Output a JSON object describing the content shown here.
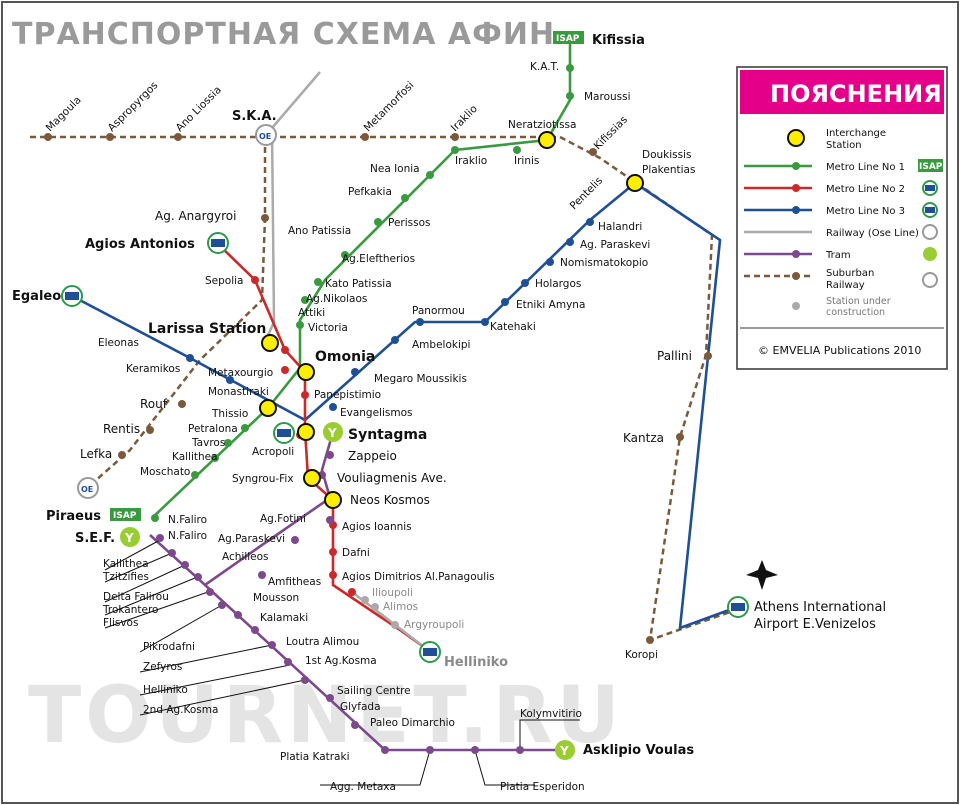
{
  "title": "ТРАНСПОРТНАЯ СХЕМА АФИН",
  "watermark": "TOURNET.RU",
  "copyright": "© EMVELIA Publications 2010",
  "legend": {
    "title": "ПОЯСНЕНИЯ",
    "items": [
      {
        "line1": "Interchange",
        "line2": "Station"
      },
      {
        "line1": "Metro Line No 1",
        "line2": ""
      },
      {
        "line1": "Metro Line No 2",
        "line2": ""
      },
      {
        "line1": "Metro Line No 3",
        "line2": ""
      },
      {
        "line1": "Railway (Ose Line)",
        "line2": ""
      },
      {
        "line1": "Tram",
        "line2": ""
      },
      {
        "line1": "Suburban",
        "line2": "Railway"
      },
      {
        "line1": "Station under",
        "line2": "construction"
      }
    ],
    "isap_badge": "ISAP"
  },
  "colors": {
    "line1": "#3a9a40",
    "line2": "#cc2a2a",
    "line3": "#1f4f95",
    "railway": "#aaaaaa",
    "tram": "#7c4a8c",
    "suburban": "#7a5a3a",
    "interchange": "#ffee00",
    "legend_header": "#e5008a",
    "metro_icon": "#2c9a4a"
  },
  "stations": {
    "kifissia": "Kifissia",
    "kat": "K.A.T.",
    "maroussi": "Maroussi",
    "neratziotissa": "Neratziotissa",
    "kifissias": "Kifissias",
    "irinis": "Irinis",
    "iraklio": "Iraklio",
    "iraklio_sub": "Iraklio",
    "nea_ionia": "Nea Ionia",
    "pefkakia": "Pefkakia",
    "perissos": "Perissos",
    "ano_patissia": "Ano Patissia",
    "ag_eleftherios": "Ag.Eleftherios",
    "kato_patissia": "Kato Patissia",
    "ag_nikolaos": "Ag.Nikolaos",
    "attiki": "Attiki",
    "victoria": "Victoria",
    "omonia": "Omonia",
    "monastiraki": "Monastiraki",
    "thissio": "Thissio",
    "petralona": "Petralona",
    "tavros": "Tavros",
    "kallithea": "Kallithea",
    "moschato": "Moschato",
    "faliro": "N.Faliro",
    "piraeus": "Piraeus",
    "magoula": "Magoula",
    "aspropyrgos": "Aspropyrgos",
    "ano_liossia": "Ano Liossia",
    "ska": "S.K.A.",
    "metamorfosi": "Metamorfosi",
    "ag_anargyroi": "Ag. Anargyroi",
    "agios_antonios": "Agios Antonios",
    "sepolia": "Sepolia",
    "larissa": "Larissa Station",
    "metaxourgio": "Metaxourgio",
    "panepistimio": "Panepistimio",
    "syntagma": "Syntagma",
    "acropoli": "Acropoli",
    "syngrou_fix": "Syngrou-Fix",
    "neos_kosmos": "Neos Kosmos",
    "agios_ioannis": "Agios Ioannis",
    "dafni": "Dafni",
    "agios_dimitrios": "Agios Dimitrios Al.Panagoulis",
    "ilioupoli": "Ilioupoli",
    "alimos": "Alimos",
    "argyroupoli": "Argyroupoli",
    "helliniko": "Helliniko",
    "egaleo": "Egaleo",
    "eleonas": "Eleonas",
    "keramikos": "Keramikos",
    "evangelismos": "Evangelismos",
    "megaro": "Megaro Moussikis",
    "ambelokipi": "Ambelokipi",
    "panormou": "Panormou",
    "katehaki": "Katehaki",
    "ethniki_amyna": "Etniki Amyna",
    "holargos": "Holargos",
    "nomismatokopio": "Nomismatokopio",
    "ag_paraskevi": "Ag. Paraskevi",
    "halandri": "Halandri",
    "doukissis": "Doukissis",
    "plakentias": "Plakentias",
    "pentelis": "Pentelis",
    "pallini": "Pallini",
    "kantza": "Kantza",
    "koropi": "Koropi",
    "airport1": "Athens International",
    "airport2": "Airport E.Venizelos",
    "rouf": "Rouf",
    "rentis": "Rentis",
    "lefka": "Lefka",
    "zappeio": "Zappeio",
    "vouliagmenis": "Vouliagmenis Ave.",
    "sef": "S.E.F.",
    "n_faliro_tram": "N.Faliro",
    "ag_fotini": "Ag.Fotini",
    "ag_paraskevi_tram": "Ag.Paraskevi",
    "achilleos": "Achilleos",
    "amfitheas": "Amfitheas",
    "mousson": "Mousson",
    "kalamaki": "Kalamaki",
    "loutra_alimou": "Loutra Alimou",
    "first_agkosma": "1st Ag.Kosma",
    "sailing_centre": "Sailing Centre",
    "glyfada": "Glyfada",
    "paleo_dimarchio": "Paleo Dimarchio",
    "kolymvitirio": "Kolymvitirio",
    "asklipio": "Asklipio Voulas",
    "platia_katraki": "Platia Katraki",
    "agg_metaxa": "Agg. Metaxa",
    "platia_esperidon": "Platia Esperidon",
    "t_kallithea": "Kallithea",
    "tzitzifies": "Tzitzifies",
    "delta_falirou": "Delta Falirou",
    "trokantero": "Trokantero",
    "flisvos": "Flisvos",
    "pikrodafni": "Pikrodafni",
    "zefyros": "Zefyros",
    "helliniko_tram": "Helliniko",
    "second_agkosma": "2nd Ag.Kosma"
  }
}
